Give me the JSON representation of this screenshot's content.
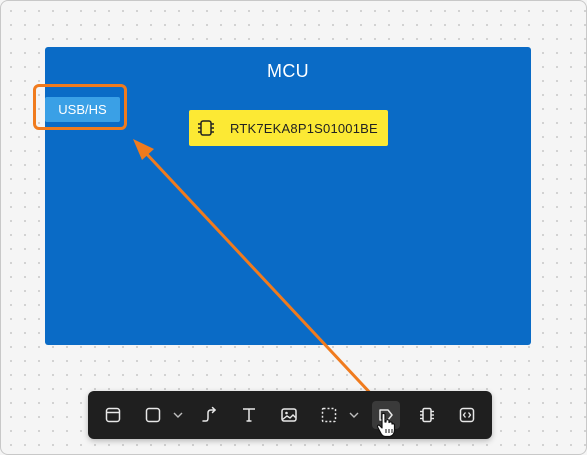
{
  "canvas": {
    "mcu_block": {
      "title": "MCU",
      "fill_color": "#0a6bc6"
    },
    "usb_tag": {
      "label": "USB/HS",
      "fill_color": "#3aa0e6"
    },
    "highlight": {
      "color": "#f07b1e"
    },
    "chip_node": {
      "icon": "chip-icon",
      "label": "RTK7EKA8P1S01001BE",
      "fill_color": "#fce934"
    },
    "arrow": {
      "color": "#f07b1e"
    }
  },
  "toolbar": {
    "tools": [
      {
        "name": "frame-tool",
        "icon": "frame-icon"
      },
      {
        "name": "shape-tool",
        "icon": "square-icon",
        "has_dropdown": true
      },
      {
        "name": "connector-tool",
        "icon": "connector-icon"
      },
      {
        "name": "text-tool",
        "icon": "text-icon"
      },
      {
        "name": "image-tool",
        "icon": "image-icon"
      },
      {
        "name": "selection-tool",
        "icon": "dashed-selection-icon",
        "has_dropdown": true
      },
      {
        "name": "tag-tool",
        "icon": "tag-icon",
        "active": true
      },
      {
        "name": "component-tool",
        "icon": "chip-icon"
      },
      {
        "name": "code-tool",
        "icon": "code-icon"
      }
    ]
  }
}
